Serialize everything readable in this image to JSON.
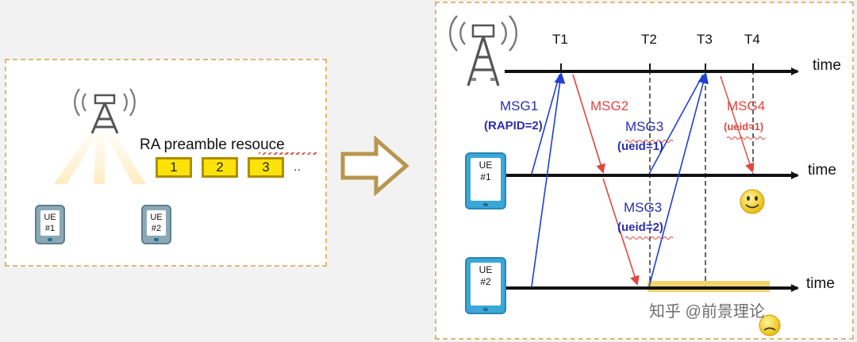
{
  "left": {
    "ra_label": "RA preamble resouce",
    "resources": [
      "1",
      "2",
      "3"
    ],
    "ellipsis": "..",
    "ue1": [
      "UE",
      "#1"
    ],
    "ue2": [
      "UE",
      "#2"
    ]
  },
  "right": {
    "ticks": [
      "T1",
      "T2",
      "T3",
      "T4"
    ],
    "time_label": "time",
    "ue1": [
      "UE",
      "#1"
    ],
    "ue2": [
      "UE",
      "#2"
    ],
    "msg1": "MSG1",
    "msg1_detail": "(RAPID=2)",
    "msg2": "MSG2",
    "msg3_a": "MSG3",
    "msg3_a_detail": "(ueid=1)",
    "msg3_b": "MSG3",
    "msg3_b_detail": "(ueid=2)",
    "msg4": "MSG4",
    "msg4_detail": "(ueid=1)",
    "watermark": "知乎 @前景理论"
  },
  "colors": {
    "blue": "#2a2eb0",
    "red": "#e0463f",
    "resource_fill": "#fbe30a",
    "ue_phone": "#3aa7d8",
    "arrow_outline": "#b8964e"
  }
}
